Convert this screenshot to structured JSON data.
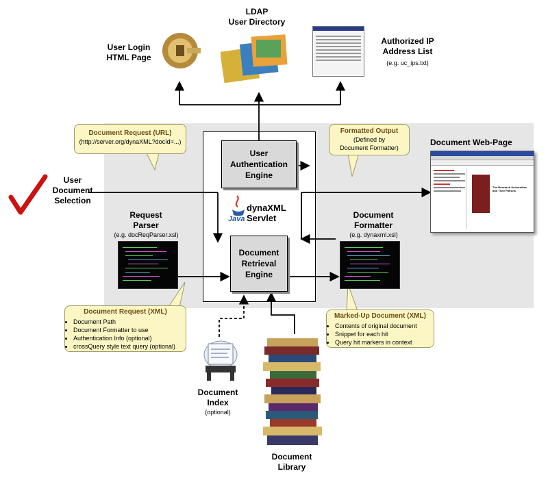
{
  "top": {
    "ldap": "LDAP\nUser Directory",
    "login": "User Login\nHTML Page",
    "ip_title": "Authorized IP\nAddress List",
    "ip_sub": "(e.g. uc_ips.txt)"
  },
  "left": {
    "user_selection": "User\nDocument\nSelection",
    "parser_title": "Request\nParser",
    "parser_sub": "(e.g. docReqParser.xsl)"
  },
  "center": {
    "auth_engine": "User\nAuthentication\nEngine",
    "servlet": "dynaXML\nServlet",
    "java": "Java",
    "retrieval_engine": "Document\nRetrieval\nEngine"
  },
  "right": {
    "formatter_title": "Document\nFormatter",
    "formatter_sub": "(e.g. dynaxml.xsl)",
    "webpage_title": "Document Web-Page",
    "browser_heading": "The Research Universities and Their Patrons"
  },
  "callouts": {
    "url": {
      "title": "Document Request (URL)",
      "text": "(http://server.org/dynaXML?docId=...)"
    },
    "formatted": {
      "title": "Formatted Output",
      "text": "(Defined by\nDocument Formatter)"
    },
    "xml_request": {
      "title": "Document Request (XML)",
      "items": [
        "Document Path",
        "Document Formatter to use",
        "Authentication Info (optional)",
        "crossQuery style text query (optional)"
      ]
    },
    "markup": {
      "title": "Marked-Up Document (XML)",
      "items": [
        "Contents of original document",
        "Snippet for each hit",
        "Query hit markers in context"
      ]
    }
  },
  "bottom": {
    "index_title": "Document\nIndex",
    "index_sub": "(optional)",
    "library_title": "Document\nLibrary"
  }
}
